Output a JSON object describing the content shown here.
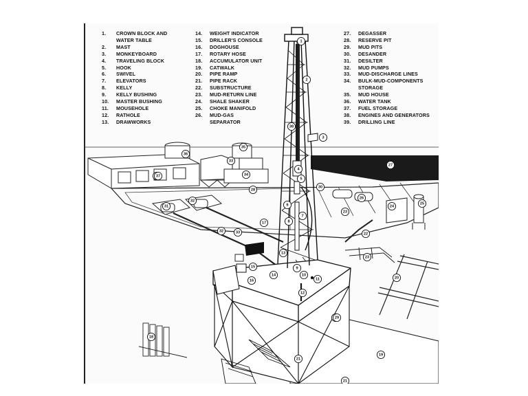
{
  "legend": [
    {
      "num": "1.",
      "label": "CROWN BLOCK AND"
    },
    {
      "num": "",
      "label": "WATER TABLE"
    },
    {
      "num": "2.",
      "label": "MAST"
    },
    {
      "num": "3.",
      "label": "MONKEYBOARD"
    },
    {
      "num": "4.",
      "label": "TRAVELING BLOCK"
    },
    {
      "num": "5.",
      "label": "HOOK"
    },
    {
      "num": "6.",
      "label": "SWIVEL"
    },
    {
      "num": "7.",
      "label": "ELEVATORS"
    },
    {
      "num": "8.",
      "label": "KELLY"
    },
    {
      "num": "9.",
      "label": "KELLY BUSHING"
    },
    {
      "num": "10.",
      "label": "MASTER BUSHING"
    },
    {
      "num": "11.",
      "label": "MOUSEHOLE"
    },
    {
      "num": "12.",
      "label": "RATHOLE"
    },
    {
      "num": "13.",
      "label": "DRAWWORKS"
    },
    {
      "num": "14.",
      "label": "WEIGHT INDICATOR"
    },
    {
      "num": "15.",
      "label": "DRILLER'S CONSOLE"
    },
    {
      "num": "16.",
      "label": "DOGHOUSE"
    },
    {
      "num": "17.",
      "label": "ROTARY HOSE"
    },
    {
      "num": "18.",
      "label": "ACCUMULATOR UNIT"
    },
    {
      "num": "19.",
      "label": "CATWALK"
    },
    {
      "num": "20.",
      "label": "PIPE RAMP"
    },
    {
      "num": "21.",
      "label": "PIPE RACK"
    },
    {
      "num": "22.",
      "label": "SUBSTRUCTURE"
    },
    {
      "num": "23.",
      "label": "MUD-RETURN LINE"
    },
    {
      "num": "24.",
      "label": "SHALE SHAKER"
    },
    {
      "num": "25.",
      "label": "CHOKE MANIFOLD"
    },
    {
      "num": "26.",
      "label": "MUD-GAS"
    },
    {
      "num": "",
      "label": "SEPARATOR"
    },
    {
      "num": "27.",
      "label": "DEGASSER"
    },
    {
      "num": "28.",
      "label": "RESERVE PIT"
    },
    {
      "num": "29.",
      "label": "MUD PITS"
    },
    {
      "num": "30.",
      "label": "DESANDER"
    },
    {
      "num": "31.",
      "label": "DESILTER"
    },
    {
      "num": "32.",
      "label": "MUD PUMPS"
    },
    {
      "num": "33.",
      "label": "MUD-DISCHARGE LINES"
    },
    {
      "num": "34.",
      "label": "BULK-MUD-COMPONENTS"
    },
    {
      "num": "",
      "label": "STORAGE"
    },
    {
      "num": "35.",
      "label": "MUD HOUSE"
    },
    {
      "num": "36.",
      "label": "WATER TANK"
    },
    {
      "num": "37.",
      "label": "FUEL STORAGE"
    },
    {
      "num": "38.",
      "label": "ENGINES AND GENERATORS"
    },
    {
      "num": "39.",
      "label": "DRILLING LINE"
    }
  ],
  "callouts": [
    "1",
    "2",
    "3",
    "4",
    "5",
    "6",
    "7",
    "8",
    "9",
    "10",
    "11",
    "12",
    "13",
    "14",
    "15",
    "16",
    "17",
    "18",
    "19",
    "19",
    "20",
    "21",
    "21",
    "22",
    "23",
    "23",
    "24",
    "25",
    "26",
    "27",
    "28",
    "29",
    "29",
    "30",
    "31",
    "32",
    "32",
    "33",
    "33",
    "34",
    "35",
    "36",
    "37",
    "38",
    "39"
  ]
}
